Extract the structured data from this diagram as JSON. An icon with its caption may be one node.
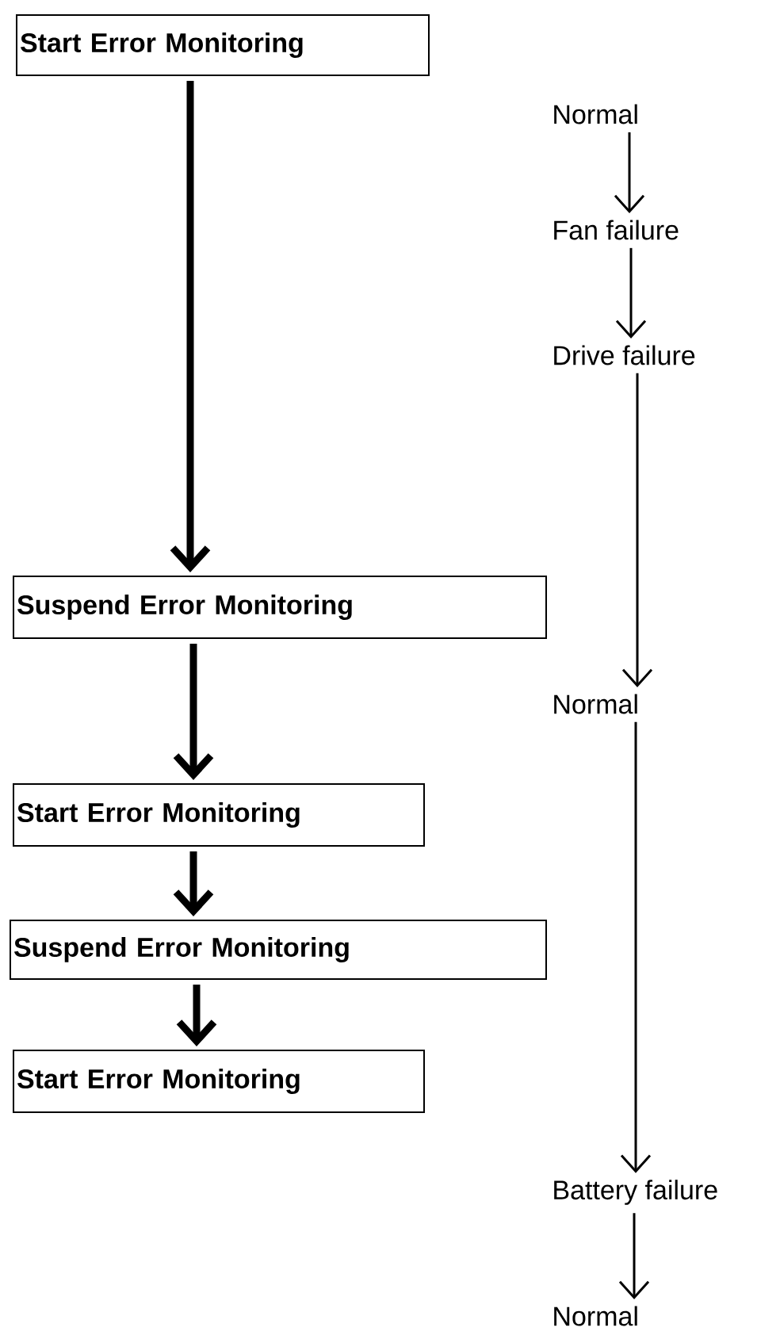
{
  "diagram": {
    "nodes": [
      {
        "text": [
          "Start Error Monitoring"
        ]
      },
      {
        "text": [
          "Suspend Error Monitoring"
        ]
      },
      {
        "text": [
          "Start Error Monitoring"
        ]
      },
      {
        "text": [
          "Suspend Error Monitoring"
        ]
      },
      {
        "text": [
          "Start Error Monitoring"
        ]
      },
      {
        "text": [
          "Normal"
        ]
      },
      {
        "text": [
          "Fan failure"
        ]
      },
      {
        "text": [
          "Drive failure"
        ]
      },
      {
        "text": [
          "Normal"
        ]
      },
      {
        "text": [
          "Battery failure"
        ]
      },
      {
        "text": [
          "Normal"
        ]
      }
    ],
    "edges": [
      {
        "from": 0,
        "to": 1,
        "arrow": "to",
        "style": "thick"
      },
      {
        "from": 1,
        "to": 2,
        "arrow": "to",
        "style": "thick"
      },
      {
        "from": 2,
        "to": 3,
        "arrow": "to",
        "style": "thick"
      },
      {
        "from": 3,
        "to": 4,
        "arrow": "to",
        "style": "thick"
      },
      {
        "from": 5,
        "to": 6,
        "arrow": "to"
      },
      {
        "from": 6,
        "to": 7,
        "arrow": "to"
      },
      {
        "from": 7,
        "to": 8,
        "arrow": "to"
      },
      {
        "from": 8,
        "to": 9,
        "arrow": "to"
      },
      {
        "from": 9,
        "to": 10,
        "arrow": "to"
      }
    ]
  }
}
